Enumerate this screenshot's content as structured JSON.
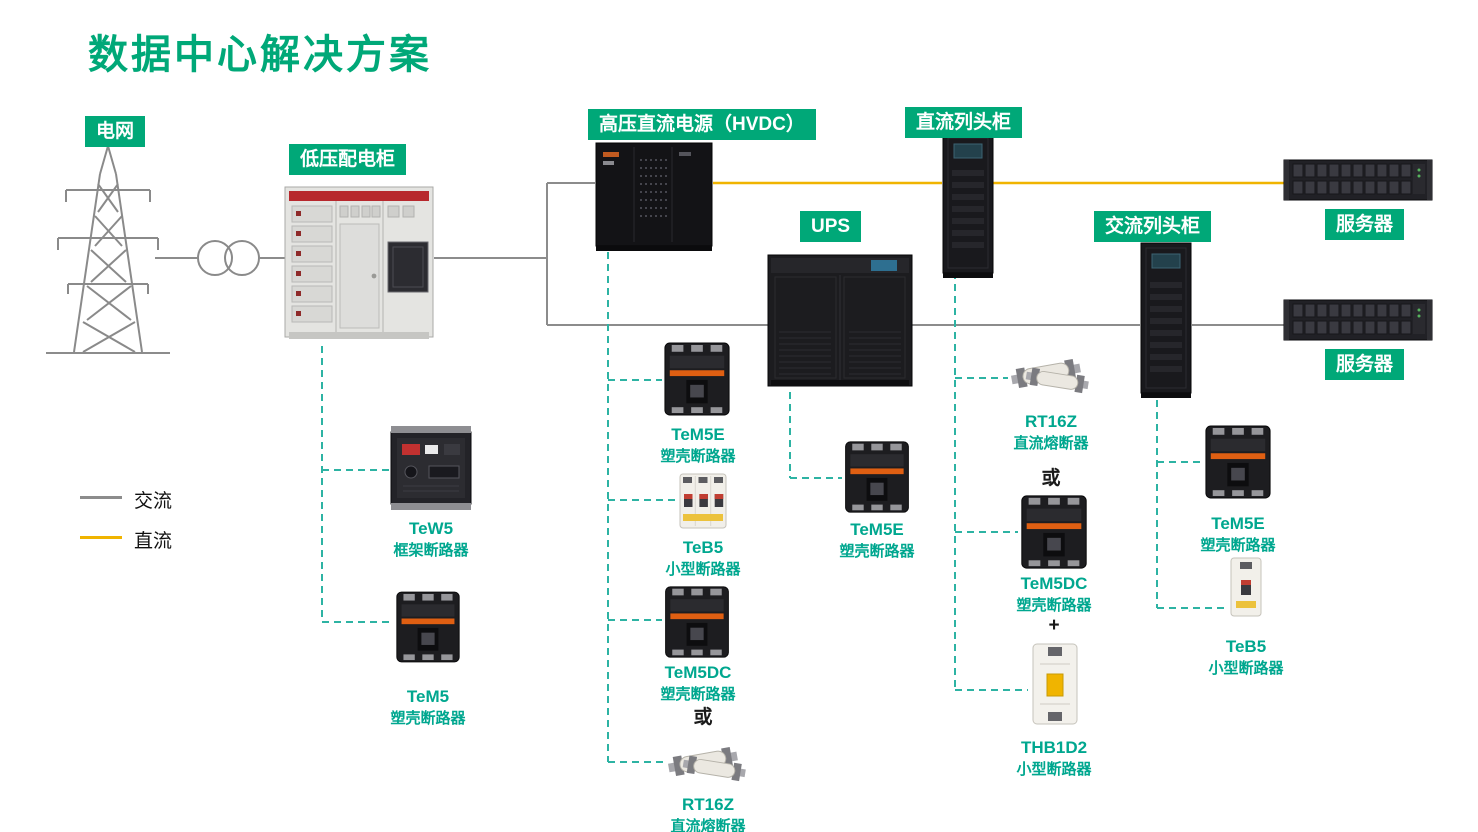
{
  "title": "数据中心解决方案",
  "colors": {
    "brand_green": "#00a878",
    "product_teal": "#00a78f",
    "ac_line": "#8c8c8c",
    "dc_line": "#f0b400",
    "connector_dashed": "#2db3a3"
  },
  "legend": {
    "ac": "交流",
    "dc": "直流"
  },
  "nodes": {
    "grid": "电网",
    "lv_cabinet": "低压配电柜",
    "hvdc": "高压直流电源（HVDC）",
    "dc_row": "直流列头柜",
    "ups": "UPS",
    "ac_row": "交流列头柜",
    "server_top": "服务器",
    "server_bottom": "服务器"
  },
  "products": {
    "tew5": {
      "name": "TeW5",
      "type": "框架断路器"
    },
    "tem5": {
      "name": "TeM5",
      "type": "塑壳断路器"
    },
    "tem5e_hvdc": {
      "name": "TeM5E",
      "type": "塑壳断路器"
    },
    "teb5_hvdc": {
      "name": "TeB5",
      "type": "小型断路器"
    },
    "tem5dc_hvdc": {
      "name": "TeM5DC",
      "type": "塑壳断路器"
    },
    "rt16z_hvdc": {
      "name": "RT16Z",
      "type": "直流熔断器"
    },
    "tem5e_ups": {
      "name": "TeM5E",
      "type": "塑壳断路器"
    },
    "rt16z_dc": {
      "name": "RT16Z",
      "type": "直流熔断器"
    },
    "tem5dc_dc": {
      "name": "TeM5DC",
      "type": "塑壳断路器"
    },
    "thb1d2": {
      "name": "THB1D2",
      "type": "小型断路器"
    },
    "tem5e_ac": {
      "name": "TeM5E",
      "type": "塑壳断路器"
    },
    "teb5_ac": {
      "name": "TeB5",
      "type": "小型断路器"
    }
  },
  "connectors": {
    "or_hvdc": "或",
    "or_dc": "或",
    "plus_dc": "+"
  }
}
